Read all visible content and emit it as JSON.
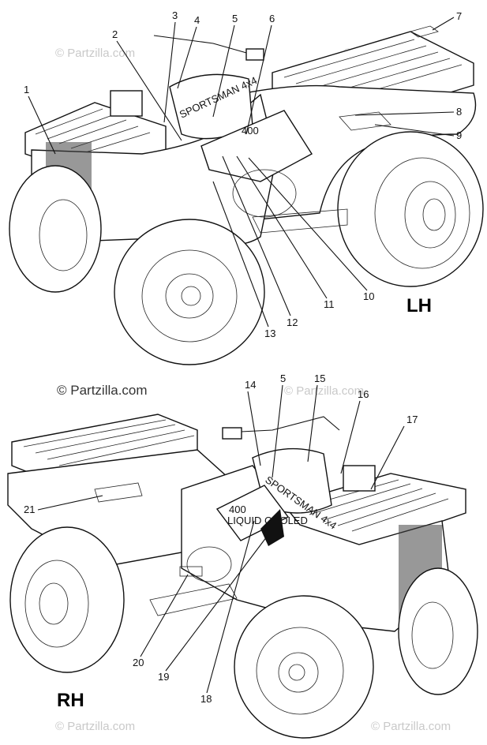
{
  "watermarks": {
    "top_left": "© Partzilla.com",
    "top_right": "© Partzilla.com",
    "bottom_left": "© Partzilla.com",
    "bottom_right": "© Partzilla.com"
  },
  "side_labels": {
    "lh": "LH",
    "rh": "RH"
  },
  "decals": {
    "lh_text": "SPORTSMAN 4x4",
    "lh_badge": "400",
    "rh_text": "SPORTSMAN 4x4",
    "rh_badge": "400",
    "rh_badge_sub": "LIQUID COOLED"
  },
  "callouts": {
    "c1": "1",
    "c2": "2",
    "c3": "3",
    "c4": "4",
    "c5": "5",
    "c6": "6",
    "c7": "7",
    "c8": "8",
    "c9": "9",
    "c10": "10",
    "c11": "11",
    "c12": "12",
    "c13": "13",
    "c14": "14",
    "c5b": "5",
    "c15": "15",
    "c16": "16",
    "c17": "17",
    "c18": "18",
    "c19": "19",
    "c20": "20",
    "c21": "21"
  }
}
